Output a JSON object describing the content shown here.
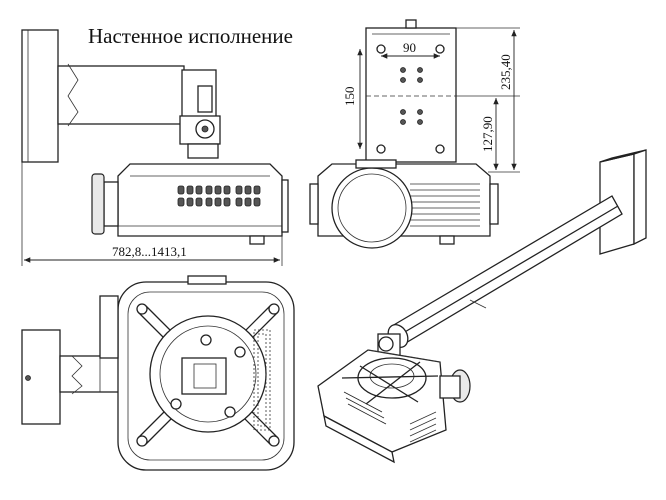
{
  "title": "Настенное исполнение",
  "dimensions": {
    "depth_range": "782,8...1413,1",
    "hole_spacing_horizontal": "90",
    "hole_spacing_vertical": "150",
    "total_height": "235,40",
    "bracket_height": "127,90"
  },
  "views": [
    "side-view",
    "front-view",
    "top-view",
    "isometric-view"
  ]
}
